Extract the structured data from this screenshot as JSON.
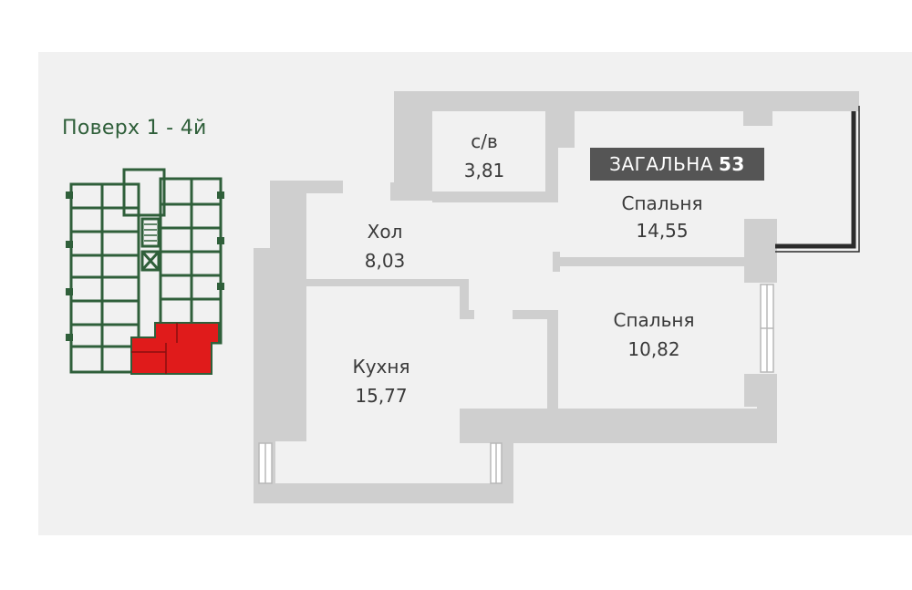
{
  "floor_label": "Поверх 1 - 4й",
  "total": {
    "label": "ЗАГАЛЬНА",
    "value": "53"
  },
  "rooms": [
    {
      "name": "с/в",
      "area": "3,81"
    },
    {
      "name": "Спальня",
      "area": "14,55"
    },
    {
      "name": "Хол",
      "area": "8,03"
    },
    {
      "name": "Спальня",
      "area": "10,82"
    },
    {
      "name": "Кухня",
      "area": "15,77"
    }
  ],
  "colors": {
    "wall": "#cfcfcf",
    "background": "#f1f1f1",
    "floor_plan_green": "#2f5f3a",
    "highlight_red": "#e01b1b",
    "badge": "#555555"
  }
}
